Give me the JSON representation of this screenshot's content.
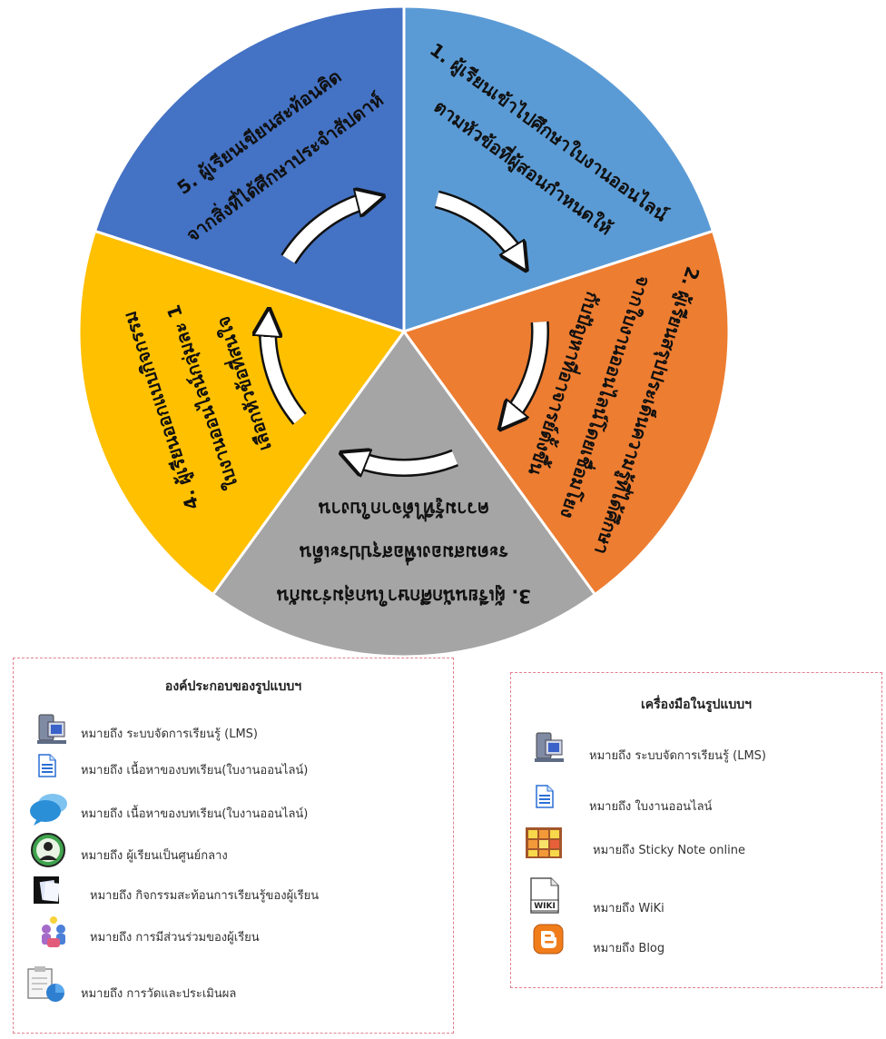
{
  "wheel": {
    "segments": [
      {
        "id": "seg1",
        "color": "#5b9bd5",
        "lines": [
          "1. ผู้เรียนเข้าไปศึกษาใบงานออนไลน์",
          "ตามหัวข้อที่ผู้สอนกำหนดให้"
        ]
      },
      {
        "id": "seg2",
        "color": "#ed7d31",
        "lines": [
          "2. ผู้เรียนสรุปประเด็นความรู้ที่ได้ศึกษา",
          "จากใบงานออนไลน์โดยเชื่อมโยง",
          "กับปัญหาที่อาจารย์ตั้งขึ้น"
        ]
      },
      {
        "id": "seg3",
        "color": "#a5a5a5",
        "lines": [
          "3. ผู้เรียนนักศึกษาในกลุ่มร่วมกัน",
          "ระดมสมองเพื่อสรุปประเด็น",
          "ความรู้ที่ได้จากใบงาน"
        ]
      },
      {
        "id": "seg4",
        "color": "#ffc000",
        "lines": [
          "4. ผู้เรียนออกแบบกิจกรรม",
          "ใบงานออนไลน์กลุ่มละ 1",
          "เลือกหัวข้อที่สนใจ"
        ]
      },
      {
        "id": "seg5",
        "color": "#4472c4",
        "lines": [
          "5. ผู้เรียนเขียนสะท้อนคิด",
          "จากสิ่งที่ได้ศึกษาประจำสัปดาห์"
        ]
      }
    ]
  },
  "legend_left": {
    "title": "องค์ประกอบของรูปแบบฯ",
    "items": [
      {
        "icon": "lms-computer-icon",
        "text": "หมายถึง ระบบจัดการเรียนรู้ (LMS)"
      },
      {
        "icon": "document-icon",
        "text": "หมายถึง เนื้อหาของบทเรียน(ใบงานออนไลน์)"
      },
      {
        "icon": "chat-bubbles-icon",
        "text": "หมายถึง เนื้อหาของบทเรียน(ใบงานออนไลน์)"
      },
      {
        "icon": "learner-avatar-icon",
        "text": "หมายถึง ผู้เรียนเป็นศูนย์กลาง"
      },
      {
        "icon": "reflection-cards-icon",
        "text": "หมายถึง กิจกรรมสะท้อนการเรียนรู้ของผู้เรียน"
      },
      {
        "icon": "participation-people-icon",
        "text": "หมายถึง การมีส่วนร่วมของผู้เรียน"
      },
      {
        "icon": "evaluation-chart-icon",
        "text": "หมายถึง การวัดและประเมินผล"
      }
    ]
  },
  "legend_right": {
    "title": "เครื่องมือในรูปแบบฯ",
    "items": [
      {
        "icon": "lms-computer-icon",
        "text": "หมายถึง ระบบจัดการเรียนรู้ (LMS)"
      },
      {
        "icon": "document-icon",
        "text": "หมายถึง ใบงานออนไลน์"
      },
      {
        "icon": "sticky-notes-icon",
        "text": "หมายถึง Sticky Note online"
      },
      {
        "icon": "wiki-page-icon",
        "text": "หมายถึง WiKi"
      },
      {
        "icon": "blogger-icon",
        "text": "หมายถึง Blog"
      }
    ],
    "wiki_label": "WIKI"
  }
}
